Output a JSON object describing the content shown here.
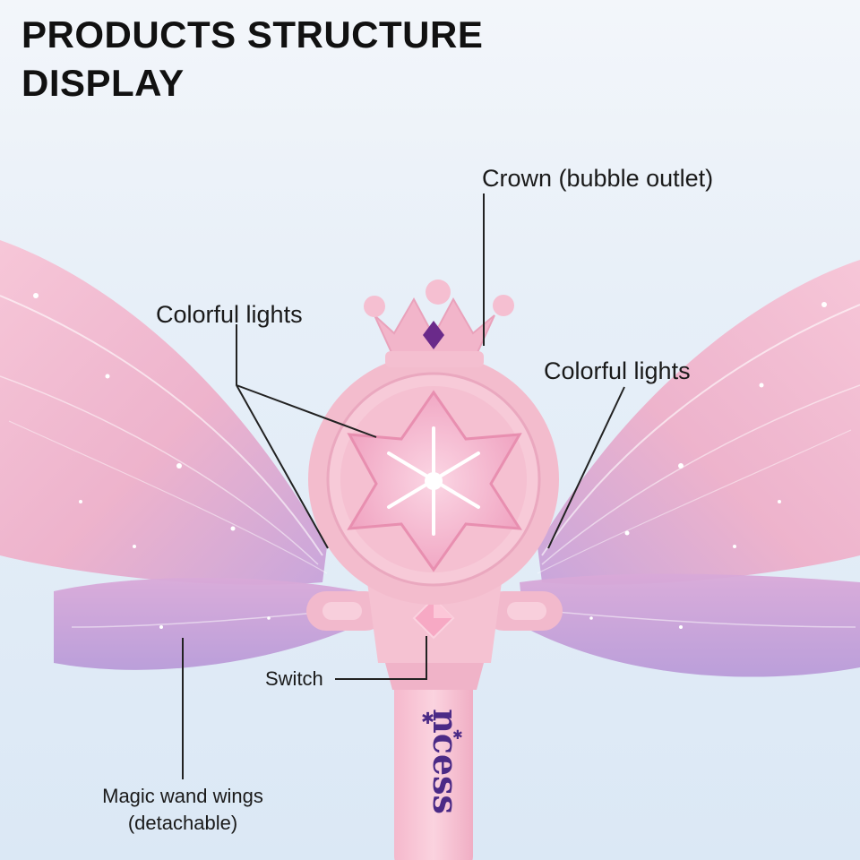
{
  "title": {
    "line1": "PRODUCTS STRUCTURE",
    "line2": "DISPLAY"
  },
  "labels": {
    "crown": "Crown (bubble outlet)",
    "lights_left": "Colorful lights",
    "lights_right": "Colorful lights",
    "switch": "Switch",
    "wings_line1": "Magic wand wings",
    "wings_line2": "(detachable)"
  },
  "product_text": "ncess",
  "colors": {
    "wand_pink": "#f2bfcf",
    "wing_pink": "#f4b3cc",
    "wing_lilac": "#c9a3d9",
    "crown_gem": "#6a2a8a",
    "leader_line": "#222222"
  }
}
